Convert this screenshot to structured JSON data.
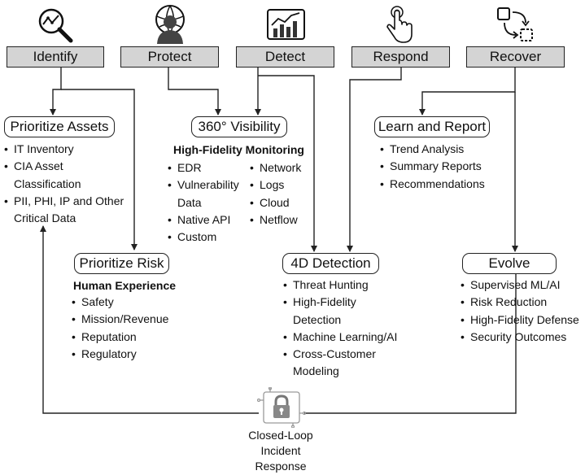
{
  "phases": [
    "Identify",
    "Protect",
    "Detect",
    "Respond",
    "Recover"
  ],
  "icons": [
    "magnifier-chart-icon",
    "person-globe-icon",
    "bar-chart-icon",
    "touch-hand-icon",
    "recover-flow-icon",
    "lock-icon"
  ],
  "prioritize_assets": {
    "title": "Prioritize Assets",
    "items": [
      "IT Inventory",
      "CIA Asset Classification",
      "PII, PHI, IP and Other Critical Data"
    ]
  },
  "visibility": {
    "title": "360° Visibility",
    "subtitle": "High-Fidelity Monitoring",
    "items_left": [
      "EDR",
      "Vulnerability Data",
      "Native API",
      "Custom"
    ],
    "items_right": [
      "Network",
      "Logs",
      "Cloud",
      "Netflow"
    ]
  },
  "learn_report": {
    "title": "Learn and Report",
    "items": [
      "Trend Analysis",
      "Summary Reports",
      "Recommendations"
    ]
  },
  "prioritize_risk": {
    "title": "Prioritize Risk",
    "subtitle": "Human Experience",
    "items": [
      "Safety",
      "Mission/Revenue",
      "Reputation",
      "Regulatory"
    ]
  },
  "detection": {
    "title": "4D Detection",
    "items": [
      "Threat Hunting",
      "High-Fidelity Detection",
      "Machine Learning/AI",
      "Cross-Customer Modeling"
    ]
  },
  "evolve": {
    "title": "Evolve",
    "items": [
      "Supervised ML/AI",
      "Risk Reduction",
      "High-Fidelity Defense",
      "Security Outcomes"
    ]
  },
  "closed_loop": {
    "line1": "Closed-Loop",
    "line2": "Incident",
    "line3": "Response"
  }
}
